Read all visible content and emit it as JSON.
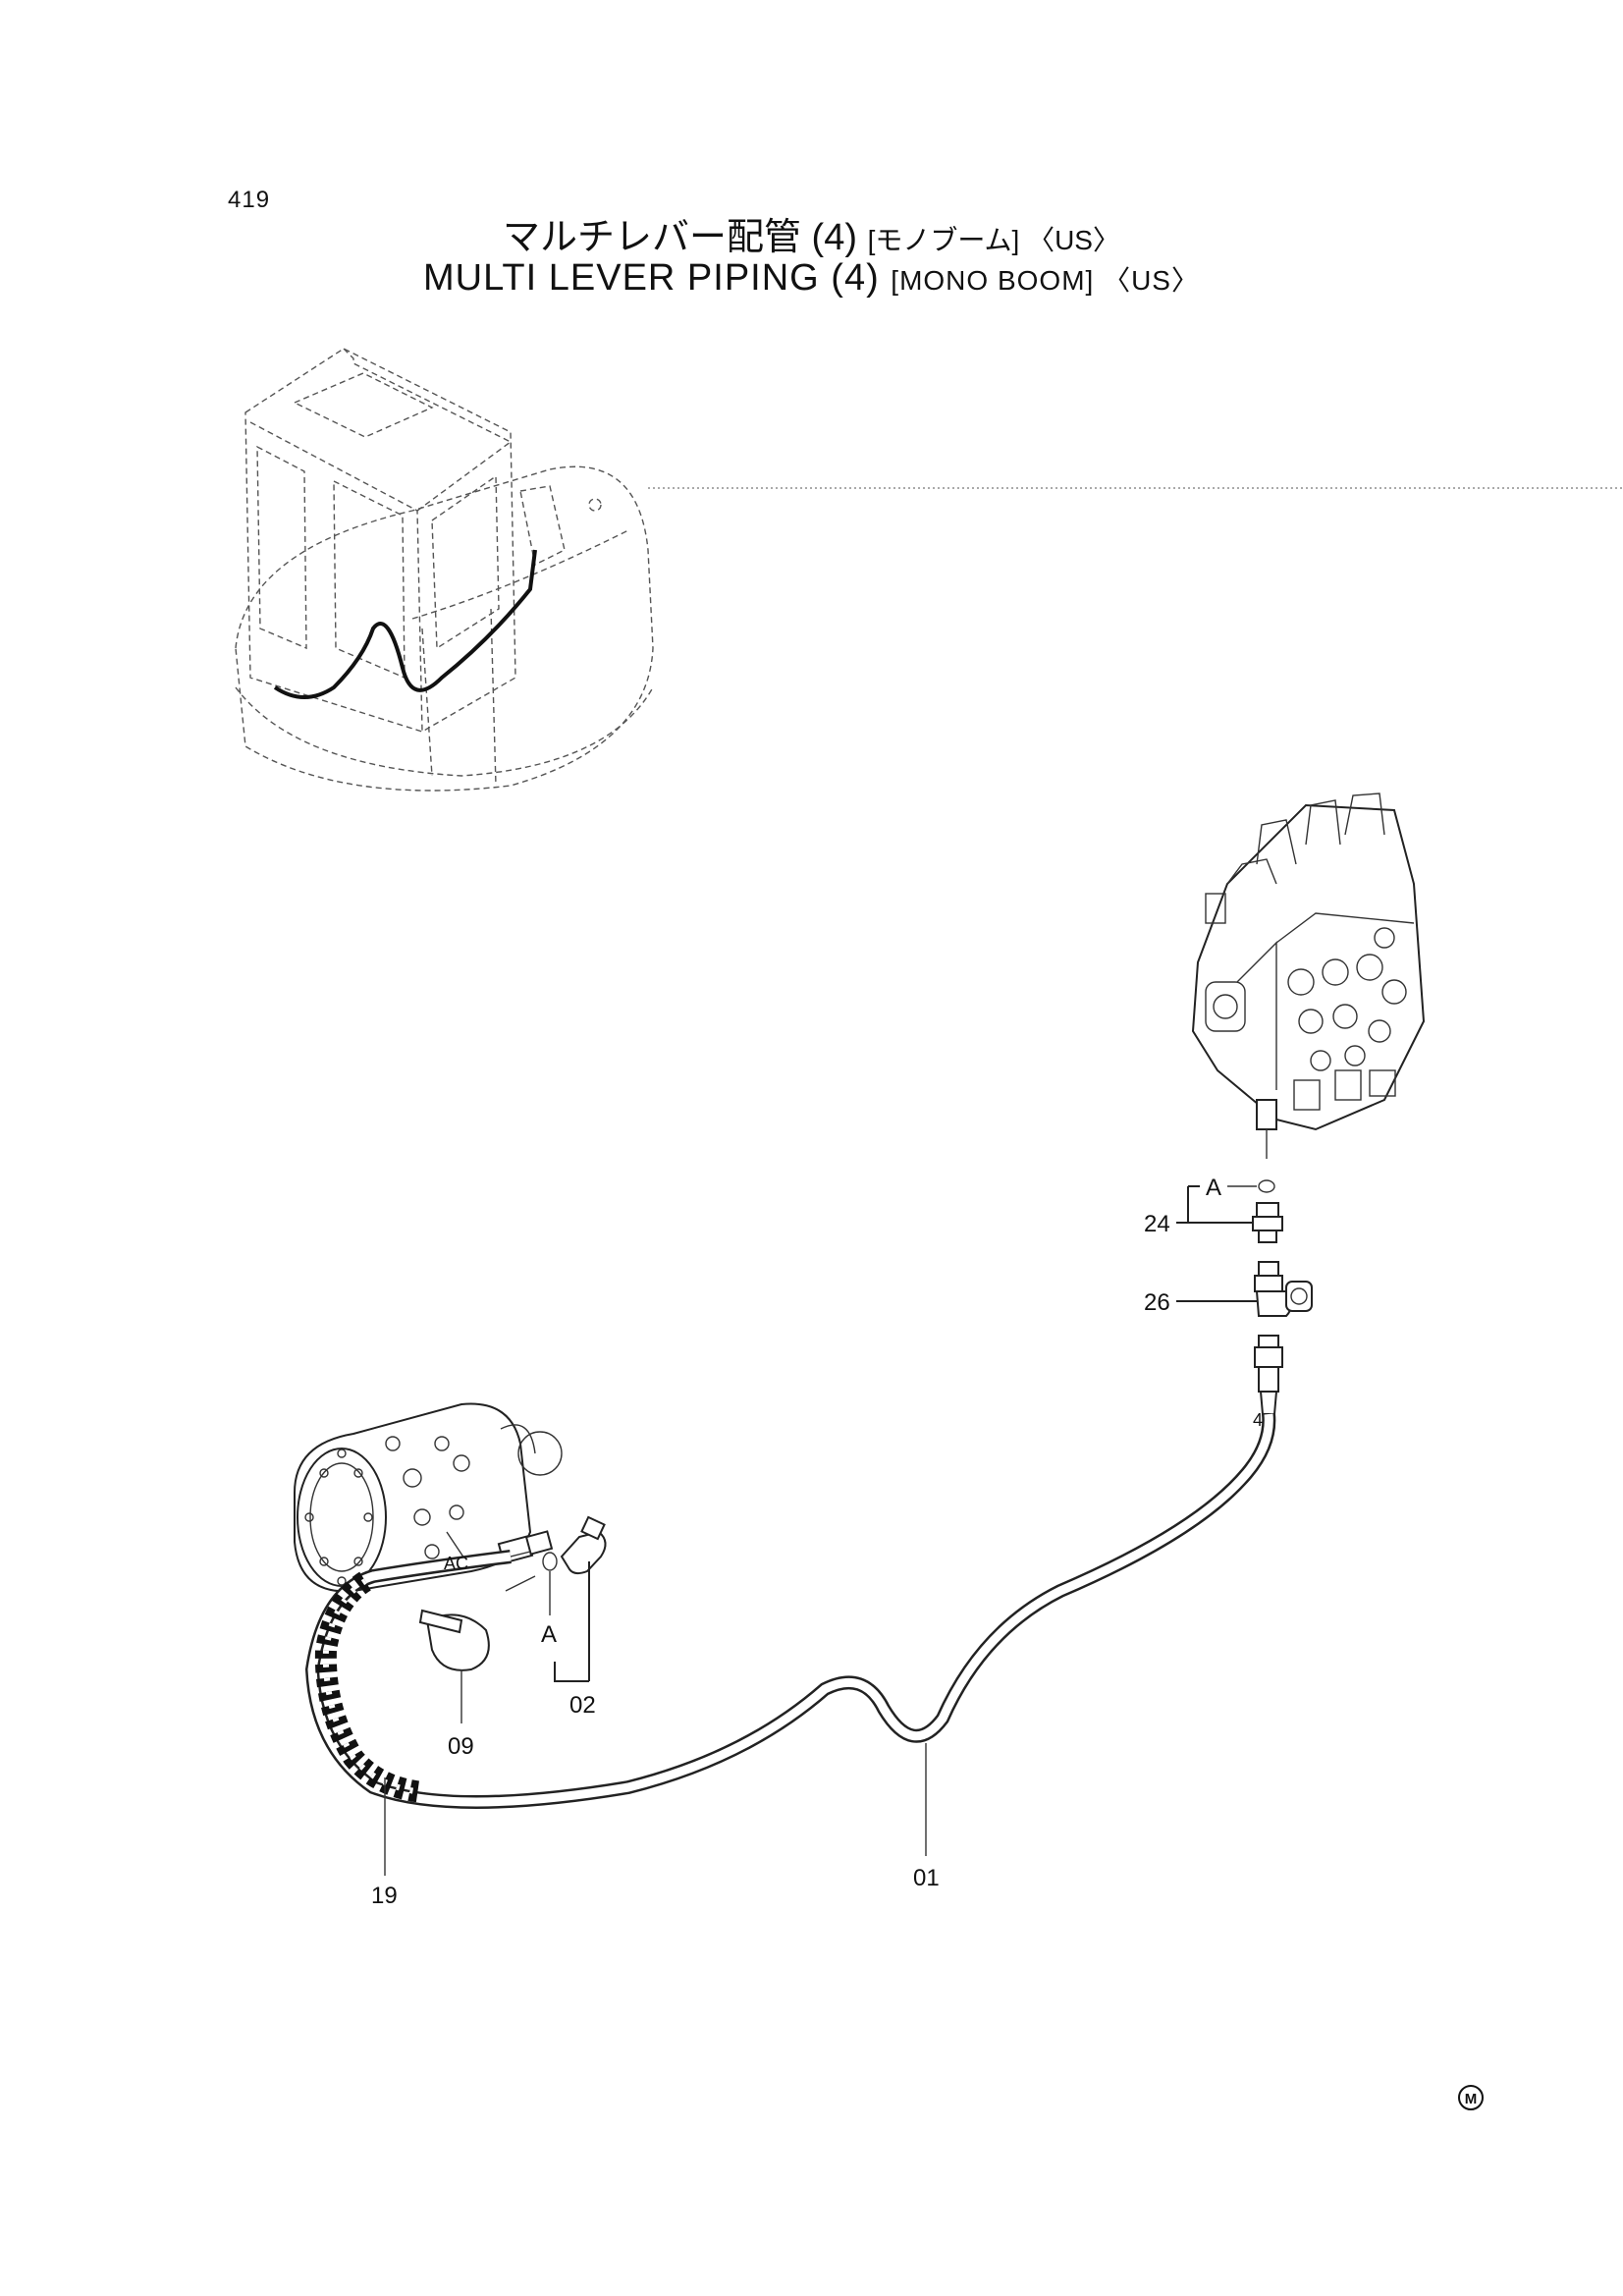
{
  "page_number": "419",
  "title_jp": "マルチレバー配管 (4)",
  "title_jp_suffix": "[モノブーム] 〈US〉",
  "title_en": "MULTI LEVER PIPING (4)",
  "title_en_suffix": "[MONO BOOM] 〈US〉",
  "callouts": {
    "c24": "24",
    "c26": "26",
    "a_top": "A",
    "four": "4",
    "ac": "AC",
    "a_bottom": "A",
    "c02": "02",
    "c09": "09",
    "c19": "19",
    "c01": "01"
  },
  "mark": "M"
}
